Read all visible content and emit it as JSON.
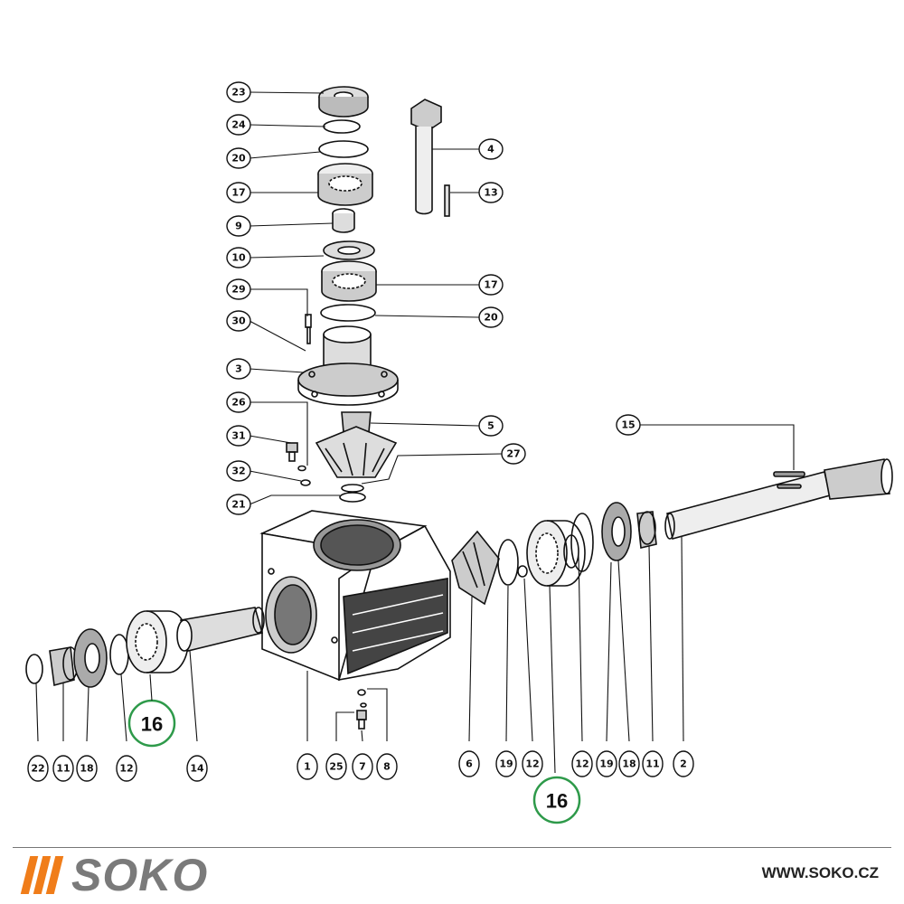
{
  "callouts": [
    {
      "id": "c23",
      "label": "23"
    },
    {
      "id": "c24",
      "label": "24"
    },
    {
      "id": "c20a",
      "label": "20"
    },
    {
      "id": "c17a",
      "label": "17"
    },
    {
      "id": "c9",
      "label": "9"
    },
    {
      "id": "c10",
      "label": "10"
    },
    {
      "id": "c29",
      "label": "29"
    },
    {
      "id": "c30",
      "label": "30"
    },
    {
      "id": "c3",
      "label": "3"
    },
    {
      "id": "c26",
      "label": "26"
    },
    {
      "id": "c31",
      "label": "31"
    },
    {
      "id": "c32",
      "label": "32"
    },
    {
      "id": "c21",
      "label": "21"
    },
    {
      "id": "c4",
      "label": "4"
    },
    {
      "id": "c13",
      "label": "13"
    },
    {
      "id": "c17b",
      "label": "17"
    },
    {
      "id": "c20b",
      "label": "20"
    },
    {
      "id": "c5",
      "label": "5"
    },
    {
      "id": "c27",
      "label": "27"
    },
    {
      "id": "c15",
      "label": "15"
    },
    {
      "id": "c22",
      "label": "22"
    },
    {
      "id": "c11a",
      "label": "11"
    },
    {
      "id": "c18a",
      "label": "18"
    },
    {
      "id": "c12a",
      "label": "12"
    },
    {
      "id": "c14",
      "label": "14"
    },
    {
      "id": "c1",
      "label": "1"
    },
    {
      "id": "c25",
      "label": "25"
    },
    {
      "id": "c7",
      "label": "7"
    },
    {
      "id": "c8",
      "label": "8"
    },
    {
      "id": "c6",
      "label": "6"
    },
    {
      "id": "c19a",
      "label": "19"
    },
    {
      "id": "c12b",
      "label": "12"
    },
    {
      "id": "c12c",
      "label": "12"
    },
    {
      "id": "c19b",
      "label": "19"
    },
    {
      "id": "c18b",
      "label": "18"
    },
    {
      "id": "c11b",
      "label": "11"
    },
    {
      "id": "c2",
      "label": "2"
    }
  ],
  "highlights": [
    {
      "id": "h1",
      "label": "16"
    },
    {
      "id": "h2",
      "label": "16"
    }
  ],
  "footer": {
    "brand": "SOKO",
    "website": "WWW.SOKO.CZ"
  },
  "colors": {
    "ink": "#111111",
    "highlight_ring": "#2e9a4a",
    "brand_orange": "#f07d1a",
    "brand_gray": "#7a7a7a"
  }
}
